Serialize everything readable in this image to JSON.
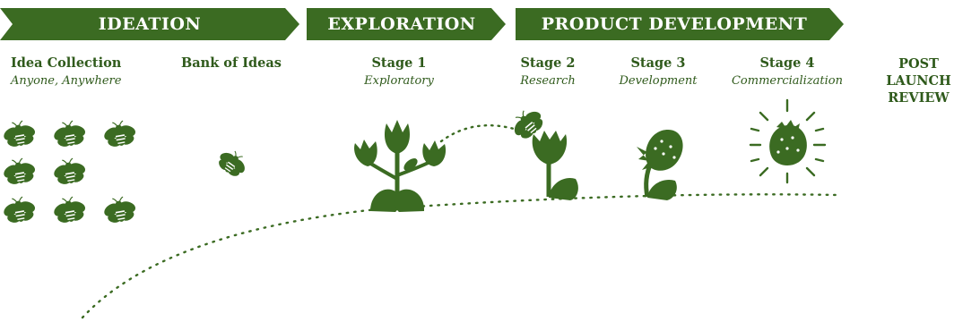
{
  "colors": {
    "primary_green": "#3b6b22",
    "text_green": "#2f5a1b",
    "white": "#ffffff"
  },
  "phases": {
    "ideation": "IDEATION",
    "exploration": "EXPLORATION",
    "product_development": "PRODUCT DEVELOPMENT"
  },
  "stages": {
    "idea_collection": {
      "title": "Idea Collection",
      "subtitle": "Anyone, Anywhere"
    },
    "bank_of_ideas": {
      "title": "Bank of Ideas"
    },
    "stage1": {
      "title": "Stage 1",
      "subtitle": "Exploratory"
    },
    "stage2": {
      "title": "Stage 2",
      "subtitle": "Research"
    },
    "stage3": {
      "title": "Stage 3",
      "subtitle": "Development"
    },
    "stage4": {
      "title": "Stage 4",
      "subtitle": "Commercialization"
    },
    "post_launch": {
      "line1": "POST",
      "line2": "LAUNCH",
      "line3": "REVIEW"
    }
  },
  "icons": [
    "bee-icon",
    "flowering-plant-icon",
    "budding-plant-icon",
    "strawberry-plant-icon",
    "shining-strawberry-icon"
  ]
}
